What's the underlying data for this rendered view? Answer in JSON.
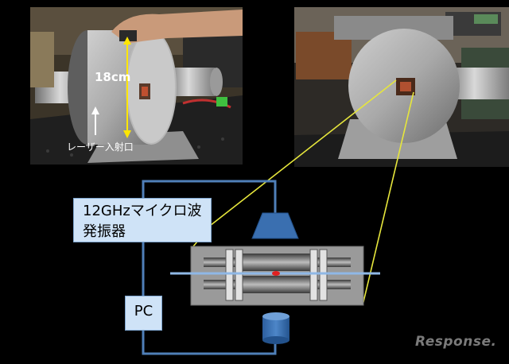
{
  "photo_left": {
    "height_label": "18cm",
    "port_label": "レーザー入射口"
  },
  "diagram": {
    "oscillator_label": "12GHzマイクロ波発振器",
    "pc_label": "PC"
  },
  "watermark": "Response.",
  "colors": {
    "box_fill": "#cfe3f7",
    "wire": "#4f7fb8",
    "highlight_line": "#e6e63c",
    "cavity_gray": "#9a9a9a",
    "cylinder_blue": "#3a6fb0"
  }
}
